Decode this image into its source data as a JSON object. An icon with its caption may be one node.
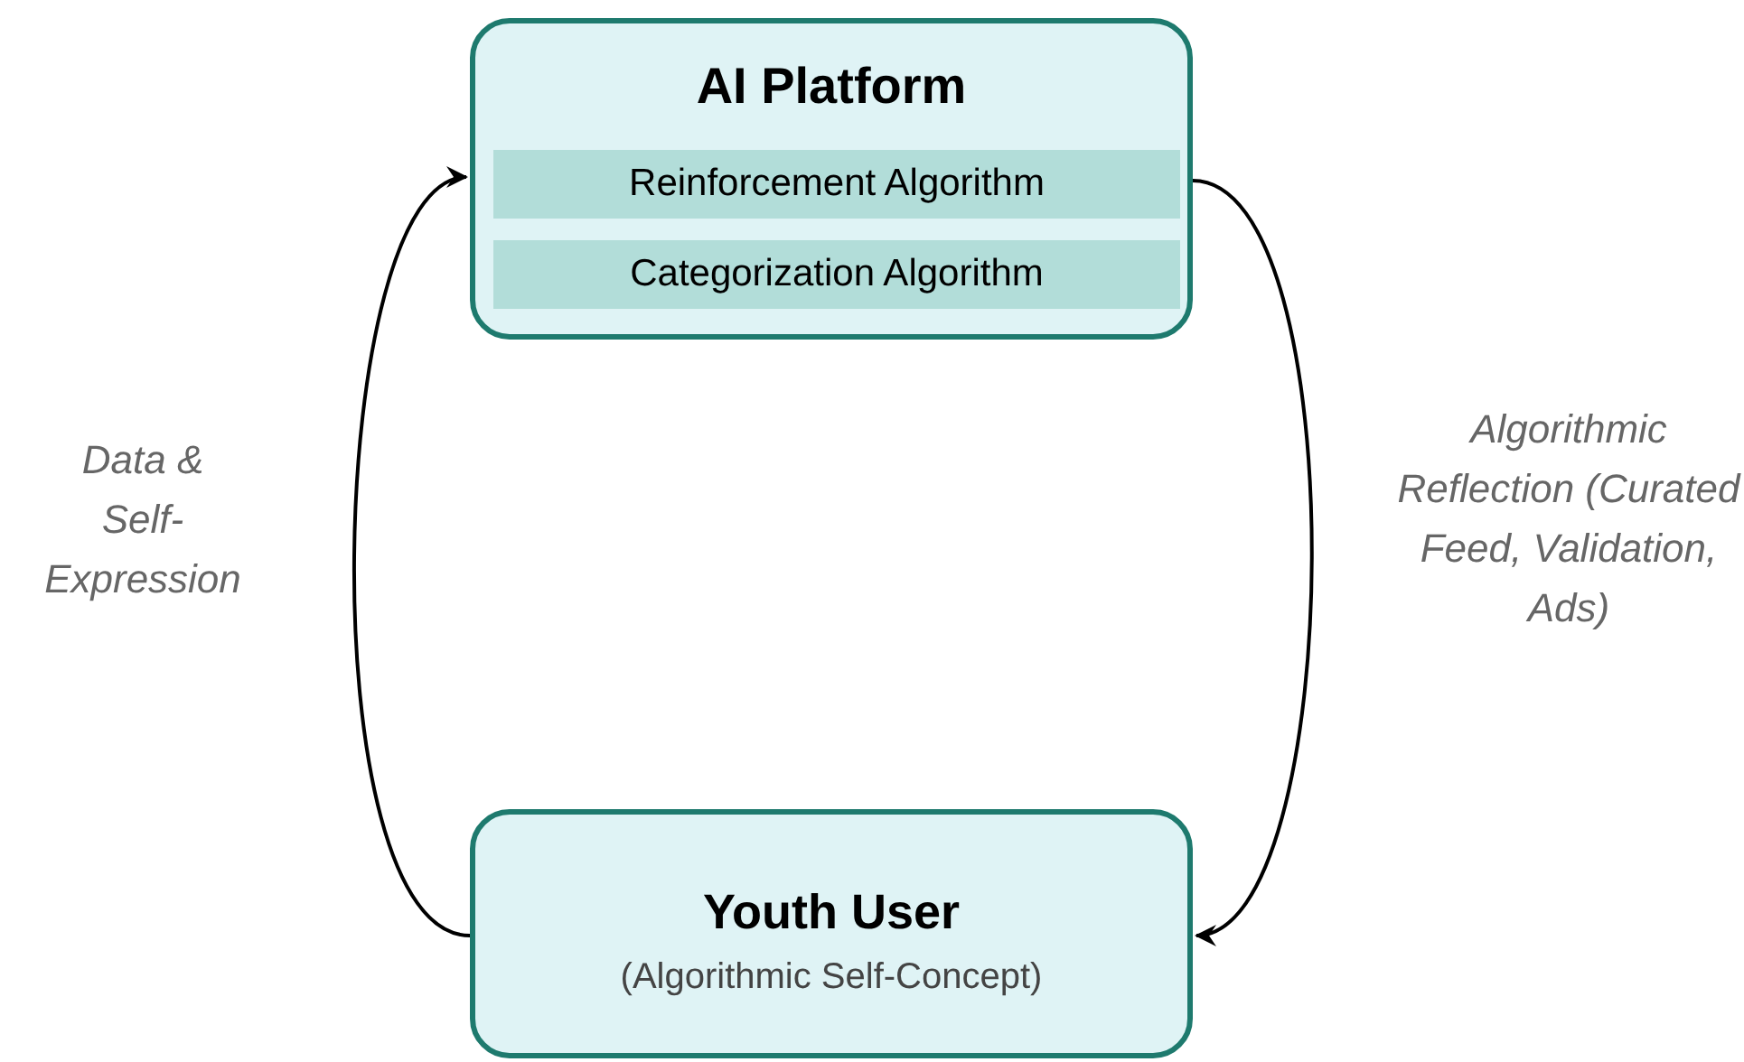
{
  "diagram": {
    "nodes": [
      {
        "text": [
          "AI Platform"
        ]
      },
      {
        "text": [
          "Reinforcement Algorithm"
        ],
        "in": 0
      },
      {
        "text": [
          "Categorization Algorithm"
        ],
        "in": 0
      },
      {
        "text": [
          "Youth User",
          "(Algorithmic Self-Concept)"
        ]
      }
    ],
    "edges": [
      {
        "from": 3,
        "to": 0,
        "arrow": "to",
        "label": "Data & Self-Expression"
      },
      {
        "from": 0,
        "to": 3,
        "arrow": "to",
        "label": "Algorithmic Reflection (Curated Feed, Validation, Ads)"
      }
    ]
  }
}
